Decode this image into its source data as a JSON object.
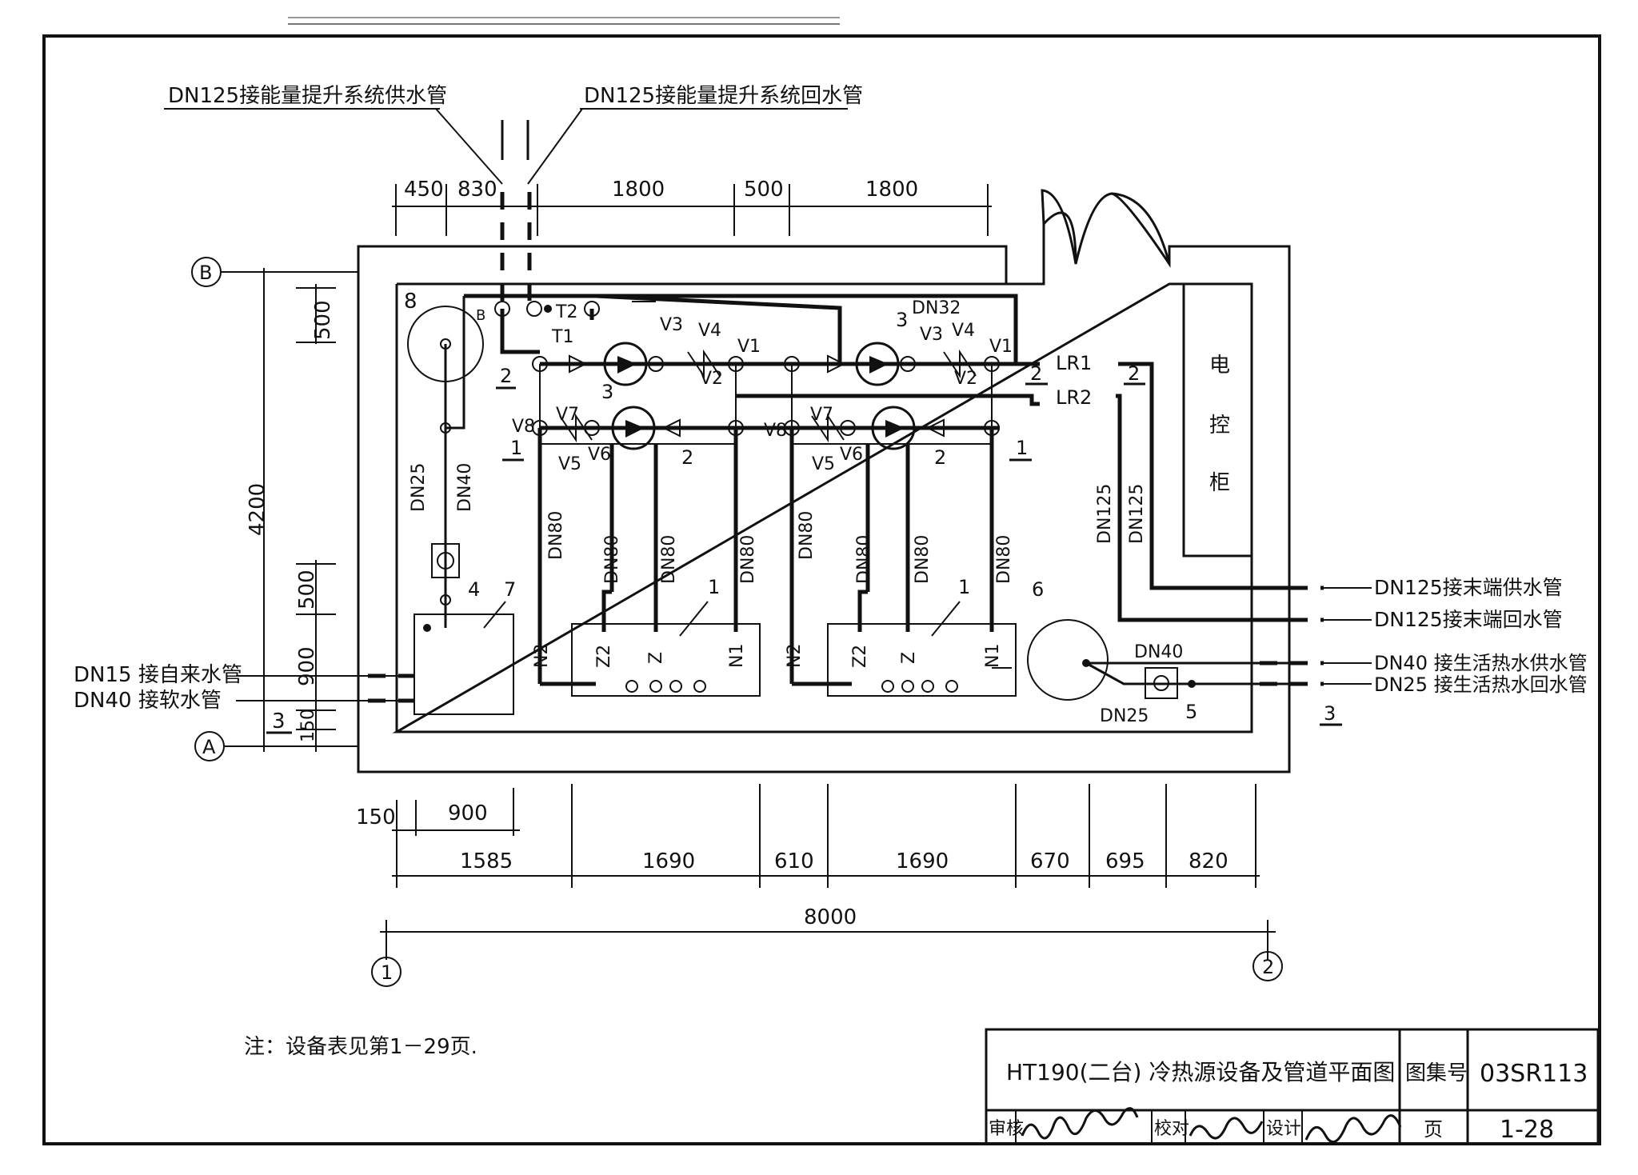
{
  "callouts": {
    "supply_in": "DN125接能量提升系统供水管",
    "return_in": "DN125接能量提升系统回水管",
    "end_supply": "DN125接末端供水管",
    "end_return": "DN125接末端回水管",
    "hot_supply": "DN40 接生活热水供水管",
    "hot_return": "DN25 接生活热水回水管",
    "tap_water": "DN15 接自来水管",
    "soft_water": "DN40 接软水管"
  },
  "dims": {
    "top": [
      "450",
      "830",
      "1800",
      "500",
      "1800"
    ],
    "left": [
      "500",
      "4200",
      "500",
      "900",
      "150"
    ],
    "bottom_a": [
      "150",
      "900"
    ],
    "bottom_b": [
      "1585",
      "1690",
      "610",
      "1690",
      "670",
      "695",
      "820"
    ],
    "total": "8000"
  },
  "axes": {
    "a": "A",
    "b": "B",
    "c1": "1",
    "c2": "2"
  },
  "pipe_labels": {
    "dn25": "DN25",
    "dn40": "DN40",
    "dn32": "DN32",
    "dn80": "DN80",
    "dn125": "DN125",
    "lr1": "LR1",
    "lr2": "LR2",
    "t1": "T1",
    "t2": "T2",
    "b": "B",
    "hw_dn40": "DN40",
    "hw_dn25": "DN25"
  },
  "valves": {
    "v1": "V1",
    "v2": "V2",
    "v3": "V3",
    "v4": "V4",
    "v5": "V5",
    "v6": "V6",
    "v7": "V7",
    "v8": "V8"
  },
  "ports": {
    "n2": "N2",
    "z2": "Z2",
    "z": "Z",
    "n1": "N1"
  },
  "equip_numbers": {
    "e1": "1",
    "e2": "2",
    "e3": "3",
    "e4": "4",
    "e5": "5",
    "e6": "6",
    "e7": "7",
    "e8": "8"
  },
  "section_marks": {
    "s1": "1",
    "s2": "2",
    "s3": "3"
  },
  "cabinet": [
    "电",
    "控",
    "柜"
  ],
  "note": "注：设备表见第1－29页.",
  "title_block": {
    "title": "HT190(二台) 冷热源设备及管道平面图",
    "atlas_label": "图集号",
    "atlas_no": "03SR113",
    "review_label": "审核",
    "check_label": "校对",
    "design_label": "设计",
    "page_label": "页",
    "page_no": "1-28"
  }
}
